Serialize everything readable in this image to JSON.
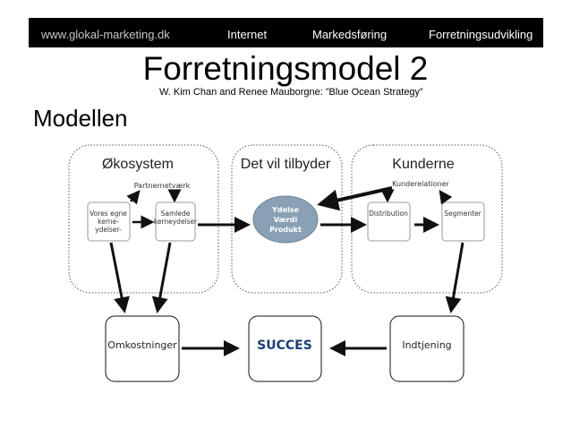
{
  "topbar": {
    "site": "www.glokal-marketing.dk",
    "nav": [
      "Internet",
      "Markedsføring",
      "Forretningsudvikling"
    ]
  },
  "title": "Forretningsmodel 2",
  "subtitle": "W. Kim Chan and Renee Mauborgne: ”Blue Ocean Strategy”",
  "section_heading": "Modellen",
  "diagram": {
    "groups": {
      "ecosystem": "Økosystem",
      "offer": "Det vil tilbyder",
      "customers": "Kunderne"
    },
    "partner_network": "Partnernetværk",
    "own_core": [
      "Vores egne",
      "kerne-",
      "ydelser-"
    ],
    "combined_core": [
      "Samlede",
      "kerneydelser"
    ],
    "value_ellipse": [
      "Ydelse",
      "Værdi",
      "Produkt"
    ],
    "customer_relations": "Kunderelationer",
    "distribution": "Distribution",
    "segments": "Segmenter",
    "costs": "Omkostninger",
    "success": "SUCCES",
    "revenue": "Indtjening"
  },
  "colors": {
    "ellipse_fill": "#8aa0b4",
    "success_text": "#1a3f73",
    "arrow": "#111111"
  }
}
